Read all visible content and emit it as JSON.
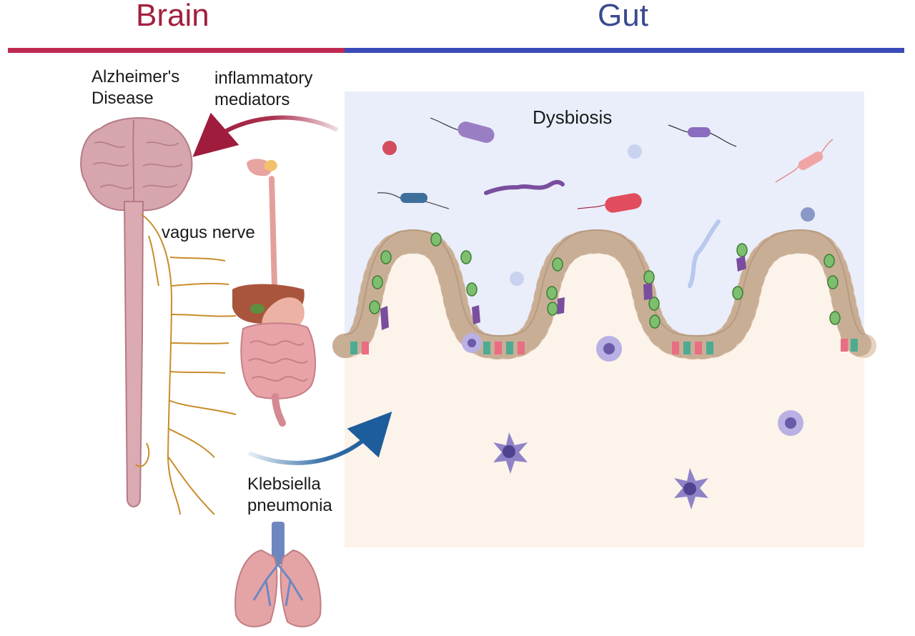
{
  "header": {
    "left_title": "Brain",
    "right_title": "Gut"
  },
  "labels": {
    "alzheimers_line1": "Alzheimer's",
    "alzheimers_line2": "Disease",
    "inflammatory_line1": "inflammatory",
    "inflammatory_line2": "mediators",
    "vagus": "vagus nerve",
    "dysbiosis": "Dysbiosis",
    "klebsiella_line1": "Klebsiella",
    "klebsiella_line2": "pneumonia"
  },
  "colors": {
    "brain_accent": "#c02a52",
    "gut_accent": "#3a4ab8",
    "lumen": "#e9eefa",
    "tissue": "#fcf3ea",
    "nerve": "#c98c2a",
    "arrow_in": "#a01c3c",
    "arrow_out": "#1e5d9c"
  }
}
